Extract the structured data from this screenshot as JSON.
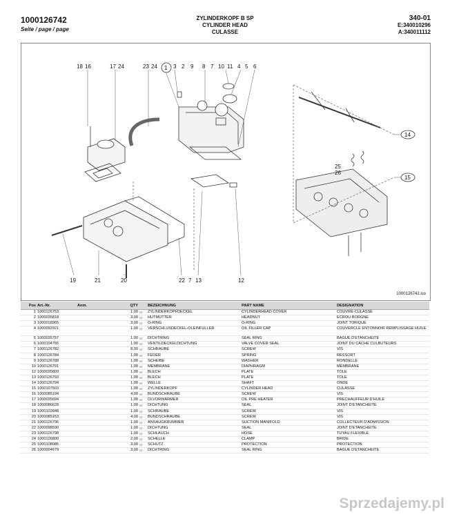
{
  "header": {
    "doc_number": "1000126742",
    "seite": "Seite / page / page",
    "title_de": "ZYLINDERKOPF B SP",
    "title_en": "CYLINDER HEAD",
    "title_fr": "CULASSE",
    "section": "340-01",
    "e_ref": "E:340010296",
    "a_ref": "A:340011112"
  },
  "diagram": {
    "iso_ref": "1000126742.iso",
    "callouts_top": [
      "18",
      "16",
      "17",
      "24",
      "23",
      "24",
      "1",
      "3",
      "2",
      "9",
      "8",
      "7",
      "10",
      "11",
      "4",
      "5",
      "6"
    ],
    "callouts_bottom": [
      "19",
      "21",
      "20",
      "22",
      "7",
      "13",
      "12"
    ],
    "callouts_right": [
      "14",
      "15",
      "25",
      "26"
    ]
  },
  "table": {
    "headers": {
      "pos": "Pos",
      "art": "Art.-Nr.",
      "anm": "Anm.",
      "qty": "QTY",
      "bez": "BEZEICHNUNG",
      "part": "PART NAME",
      "des": "DESIGNATION"
    },
    "rows": [
      {
        "pos": "1",
        "art": "1000126753",
        "qty": "1,00",
        "unit": "ST",
        "bez": "ZYLINDERKOPFDECKEL",
        "part": "CYLINDERHEAD COVER",
        "des": "COUVRE-CULASSE"
      },
      {
        "pos": "2",
        "art": "1000035818",
        "qty": "3,00",
        "unit": "ST",
        "bez": "HUTMUTTER",
        "part": "HEADNUT",
        "des": "ÉCROU BORGNE"
      },
      {
        "pos": "3",
        "art": "1000018965",
        "qty": "3,00",
        "unit": "ST",
        "bez": "O-RING",
        "part": "O-RING",
        "des": "JOINT TORIQUE"
      },
      {
        "pos": "4",
        "art": "1000092921",
        "qty": "1,00",
        "unit": "ST",
        "bez": "VERSCHLUßDECKEL-ÖLEINFÜLLER",
        "part": "OIL FILLER CAP",
        "des": "COUVERCLE ENTONNOIR REMPLISSAGE HUILE"
      },
      {
        "pos": "5",
        "art": "1000035757",
        "qty": "1,00",
        "unit": "ST",
        "bez": "DICHTRING",
        "part": "SEAL RING",
        "des": "BAGUE D'ÉTANCHÉITÉ"
      },
      {
        "pos": "6",
        "art": "1000104765",
        "qty": "1,00",
        "unit": "ST",
        "bez": "VENTILDECKELDICHTUNG",
        "part": "VALVE COVER SEAL",
        "des": "JOINT DU CACHE CULBUTEURS"
      },
      {
        "pos": "7",
        "art": "1000126782",
        "qty": "8,00",
        "unit": "ST",
        "bez": "SCHRAUBE",
        "part": "SCREW",
        "des": "VIS"
      },
      {
        "pos": "8",
        "art": "1000126784",
        "qty": "1,00",
        "unit": "ST",
        "bez": "FEDER",
        "part": "SPRING",
        "des": "RESSORT"
      },
      {
        "pos": "9",
        "art": "1000126788",
        "qty": "1,00",
        "unit": "ST",
        "bez": "SCHEIBE",
        "part": "WASHER",
        "des": "RONDELLE"
      },
      {
        "pos": "10",
        "art": "1000126791",
        "qty": "1,00",
        "unit": "ST",
        "bez": "MEMBRANE",
        "part": "DIAPHRAGM",
        "des": "MEMBRANE"
      },
      {
        "pos": "12",
        "art": "1000035809",
        "qty": "1,00",
        "unit": "ST",
        "bez": "BLECH",
        "part": "PLATE",
        "des": "TÔLE"
      },
      {
        "pos": "13",
        "art": "1000126793",
        "qty": "1,00",
        "unit": "ST",
        "bez": "BLECH",
        "part": "PLATE",
        "des": "TÔLE"
      },
      {
        "pos": "14",
        "art": "1000126794",
        "qty": "1,00",
        "unit": "ST",
        "bez": "WELLE",
        "part": "SHAFT",
        "des": "ONDE"
      },
      {
        "pos": "15",
        "art": "1000107503",
        "qty": "1,00",
        "unit": "ST",
        "bez": "ZYLINDERKOPF",
        "part": "CYLINDER HEAD",
        "des": "CULASSE"
      },
      {
        "pos": "16",
        "art": "1000085194",
        "qty": "4,00",
        "unit": "ST",
        "bez": "BUNDSCHRAUBE",
        "part": "SCREW",
        "des": "VIS"
      },
      {
        "pos": "17",
        "art": "1000035694",
        "qty": "1,00",
        "unit": "ST",
        "bez": "ÖLVORWÄRMER",
        "part": "OIL PRE HEATER",
        "des": "PRÉCHAUFFEUR D'HUILE"
      },
      {
        "pos": "18",
        "art": "1000086628",
        "qty": "1,00",
        "unit": "ST",
        "bez": "DICHTUNG",
        "part": "SEAL",
        "des": "JOINT D'ÉTANCHÉITÉ"
      },
      {
        "pos": "19",
        "art": "1000102848",
        "qty": "1,00",
        "unit": "ST",
        "bez": "SCHRAUBE",
        "part": "SCREW",
        "des": "VIS"
      },
      {
        "pos": "20",
        "art": "1000085153",
        "qty": "4,00",
        "unit": "ST",
        "bez": "BUNDSCHRAUBE",
        "part": "SCREW",
        "des": "VIS"
      },
      {
        "pos": "21",
        "art": "1000126796",
        "qty": "1,00",
        "unit": "ST",
        "bez": "ANSAUGKRÜMMER",
        "part": "SUCTION MANIFOLD",
        "des": "COLLECTEUR D'ADMISSION"
      },
      {
        "pos": "22",
        "art": "1000098590",
        "qty": "1,00",
        "unit": "ST",
        "bez": "DICHTUNG",
        "part": "SEAL",
        "des": "JOINT D'ÉTANCHÉITÉ"
      },
      {
        "pos": "23",
        "art": "1000126798",
        "qty": "1,00",
        "unit": "ST",
        "bez": "SCHLAUCH",
        "part": "HOSE",
        "des": "TUYAU FLEXIBLE"
      },
      {
        "pos": "24",
        "art": "1000126800",
        "qty": "2,00",
        "unit": "ST",
        "bez": "SCHELLE",
        "part": "CLAMP",
        "des": "BRIDE"
      },
      {
        "pos": "25",
        "art": "1000108085",
        "qty": "3,00",
        "unit": "ST",
        "bez": "SCHUTZ",
        "part": "PROTECTION",
        "des": "PROTECTION"
      },
      {
        "pos": "26",
        "art": "1000004679",
        "qty": "3,00",
        "unit": "ST",
        "bez": "DICHTRING",
        "part": "SEAL RING",
        "des": "BAGUE D'ÉTANCHÉITÉ"
      }
    ]
  },
  "watermark": "Sprzedajemy.pl"
}
